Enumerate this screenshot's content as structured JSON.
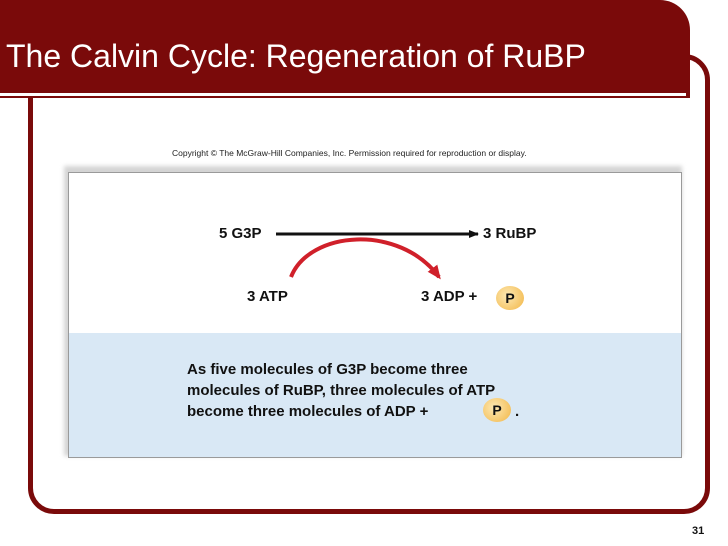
{
  "slide": {
    "title": "The Calvin Cycle: Regeneration of RuBP",
    "copyright": "Copyright © The McGraw-Hill Companies, Inc. Permission required for reproduction or display.",
    "slide_number": "31"
  },
  "diagram": {
    "reactant": "5 G3P",
    "product": "3 RuBP",
    "energy_in": "3 ATP",
    "energy_out": "3 ADP +",
    "phosphate": "P",
    "colors": {
      "main_arrow": "#111111",
      "energy_arrow": "#d0202a",
      "phosphate": "#f2b544",
      "caption_bg": "#d9e8f5",
      "frame": "#7a0a0a"
    }
  },
  "caption": {
    "line1": "As five molecules of G3P become three",
    "line2": "molecules of RuBP, three molecules of ATP",
    "line3": "become three molecules of ADP +",
    "phosphate": "P",
    "end": "."
  }
}
